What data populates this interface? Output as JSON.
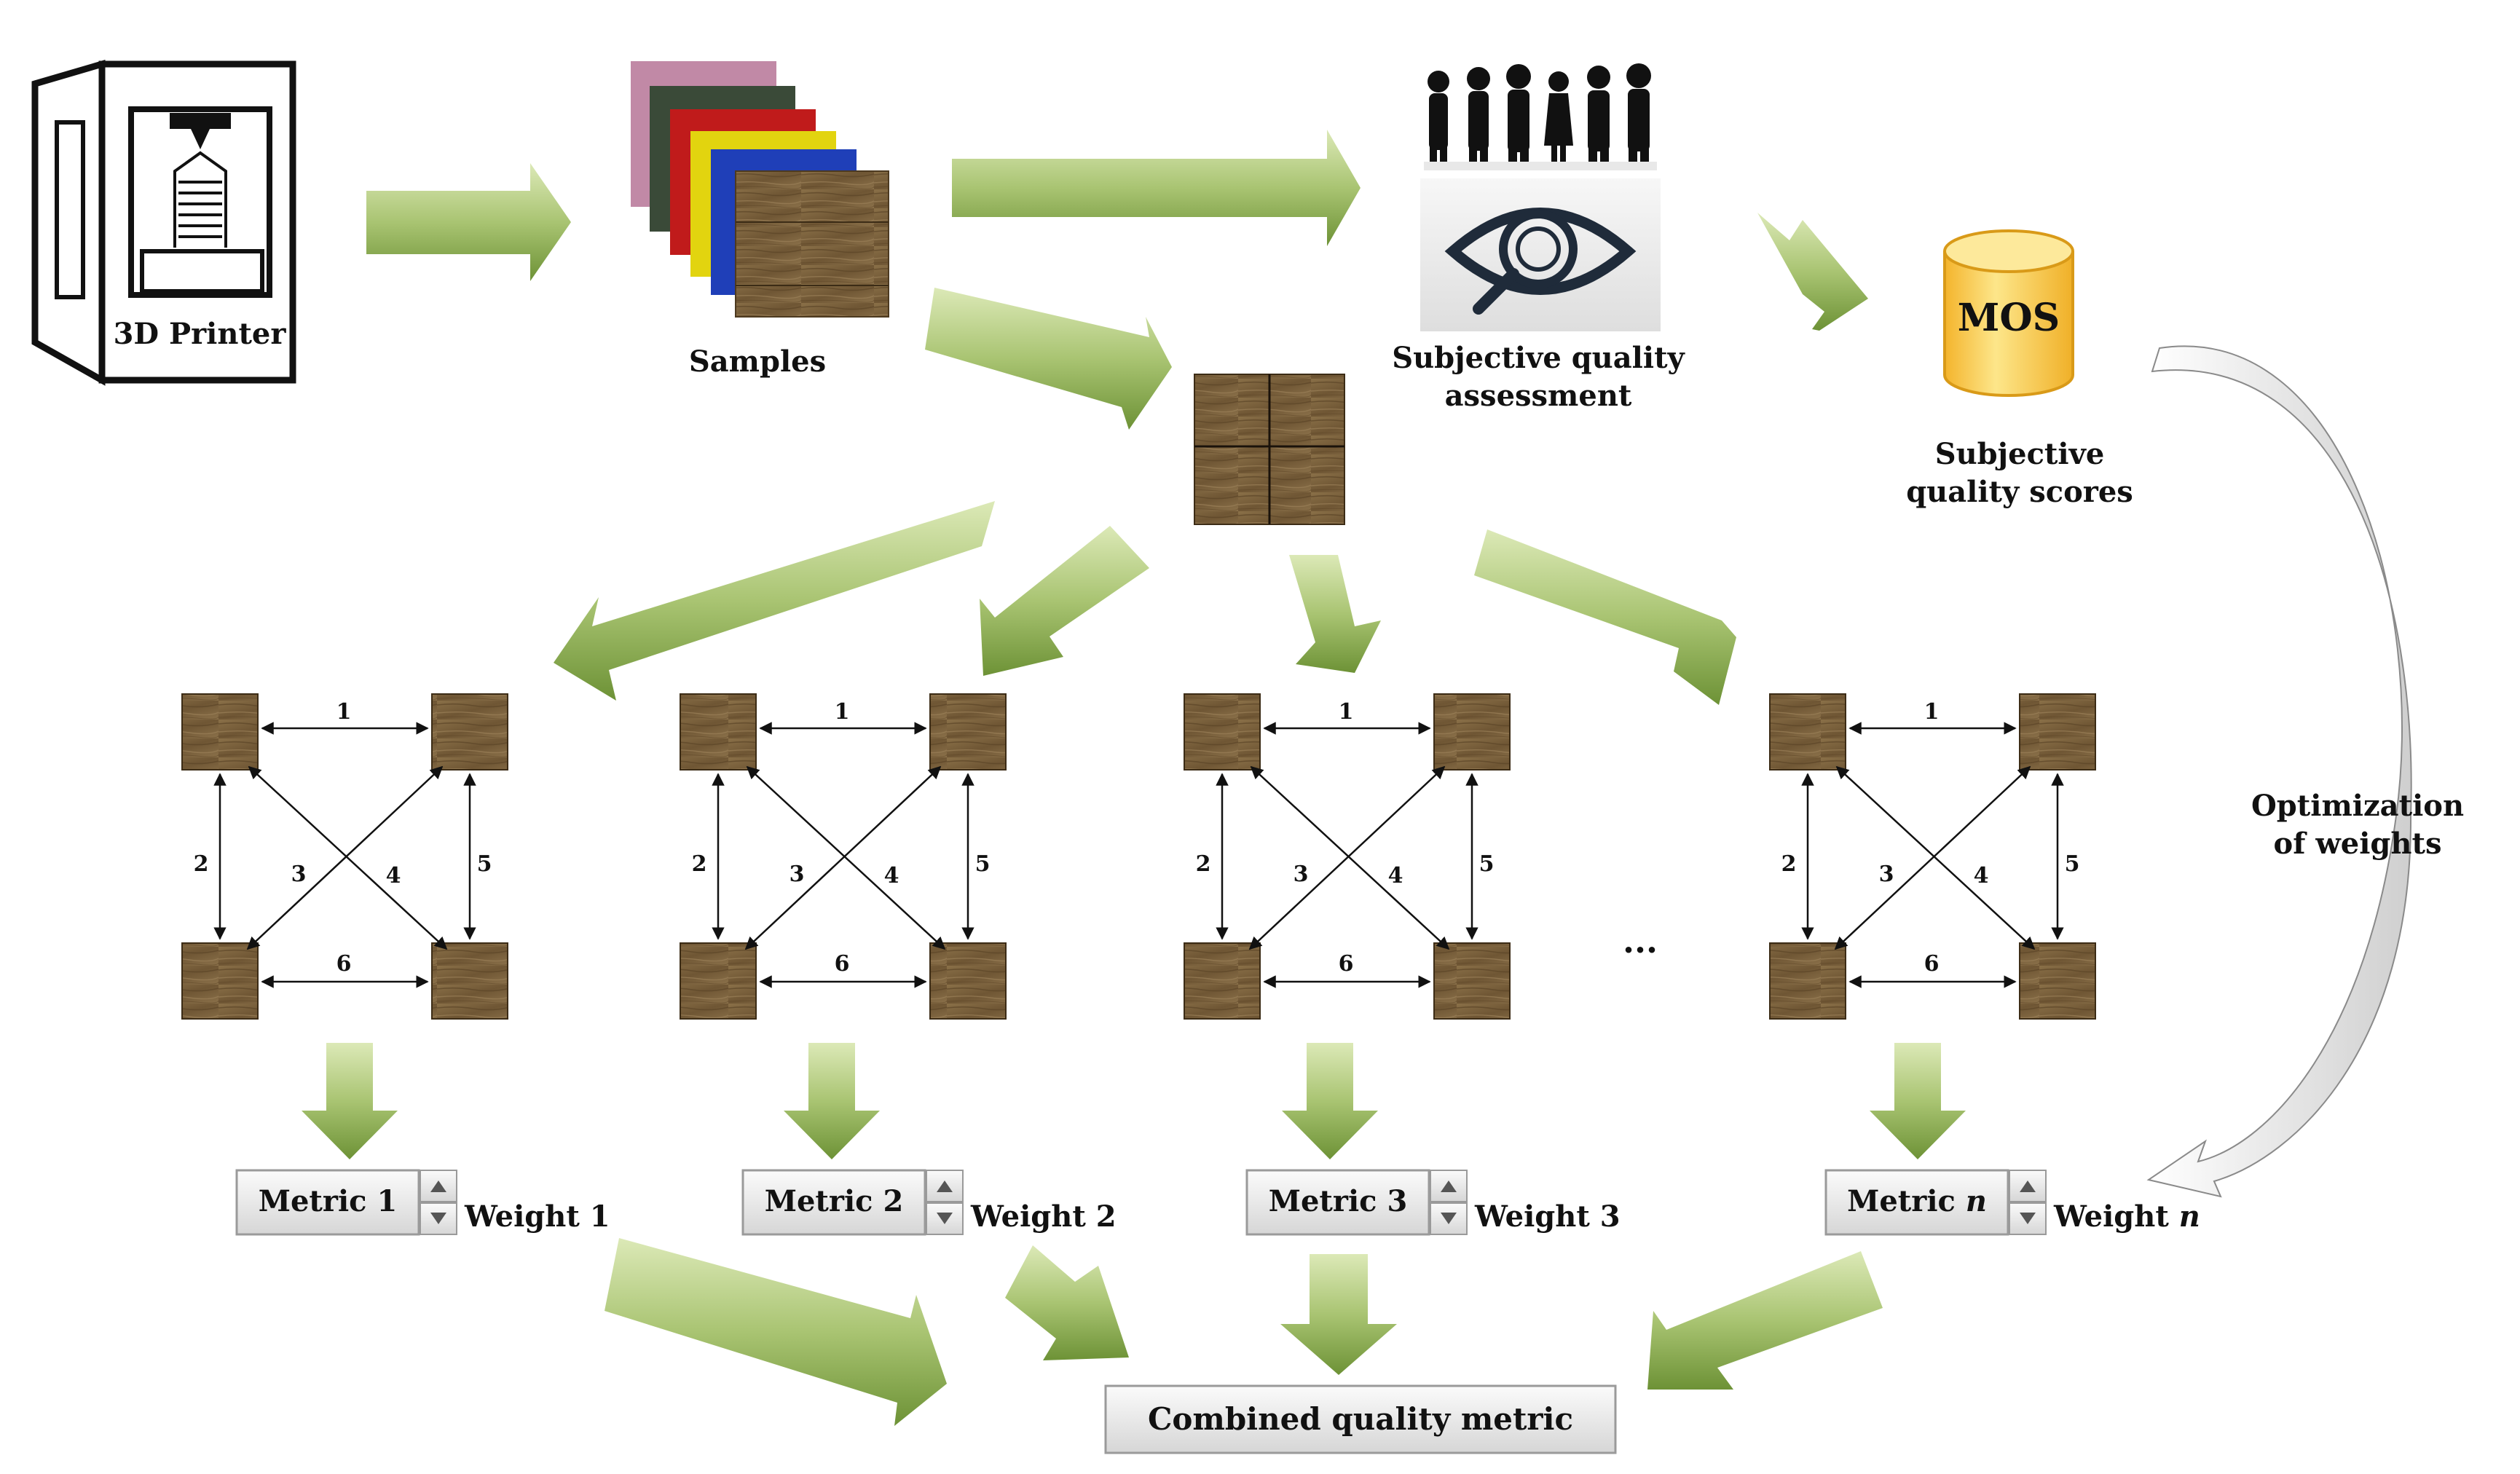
{
  "printer": {
    "label": "3D Printer"
  },
  "samples": {
    "label": "Samples"
  },
  "subjective": {
    "line1": "Subjective quality",
    "line2": "assessment"
  },
  "mos": {
    "label": "MOS",
    "caption1": "Subjective",
    "caption2": "quality scores"
  },
  "optimization": {
    "line1": "Optimization",
    "line2": "of weights"
  },
  "pair_numbers": [
    "1",
    "2",
    "3",
    "4",
    "5",
    "6"
  ],
  "ellipsis": "...",
  "metrics": [
    {
      "label": "Metric 1",
      "weight": "Weight 1"
    },
    {
      "label": "Metric 2",
      "weight": "Weight 2"
    },
    {
      "label": "Metric 3",
      "weight": "Weight 3"
    },
    {
      "label": "Metric",
      "label_italic": "n",
      "weight": "Weight",
      "weight_italic": "n"
    }
  ],
  "combined": {
    "label": "Combined quality metric"
  },
  "colors": {
    "arrow_light": "#d7e7b0",
    "arrow_dark": "#6f9538",
    "wood": "#7d6440",
    "mos_fill": "#f6c93a"
  },
  "sample_colors": [
    "#c189a6",
    "#3a4a38",
    "#c01b1b",
    "#e2d40f",
    "#1f3fb8"
  ]
}
